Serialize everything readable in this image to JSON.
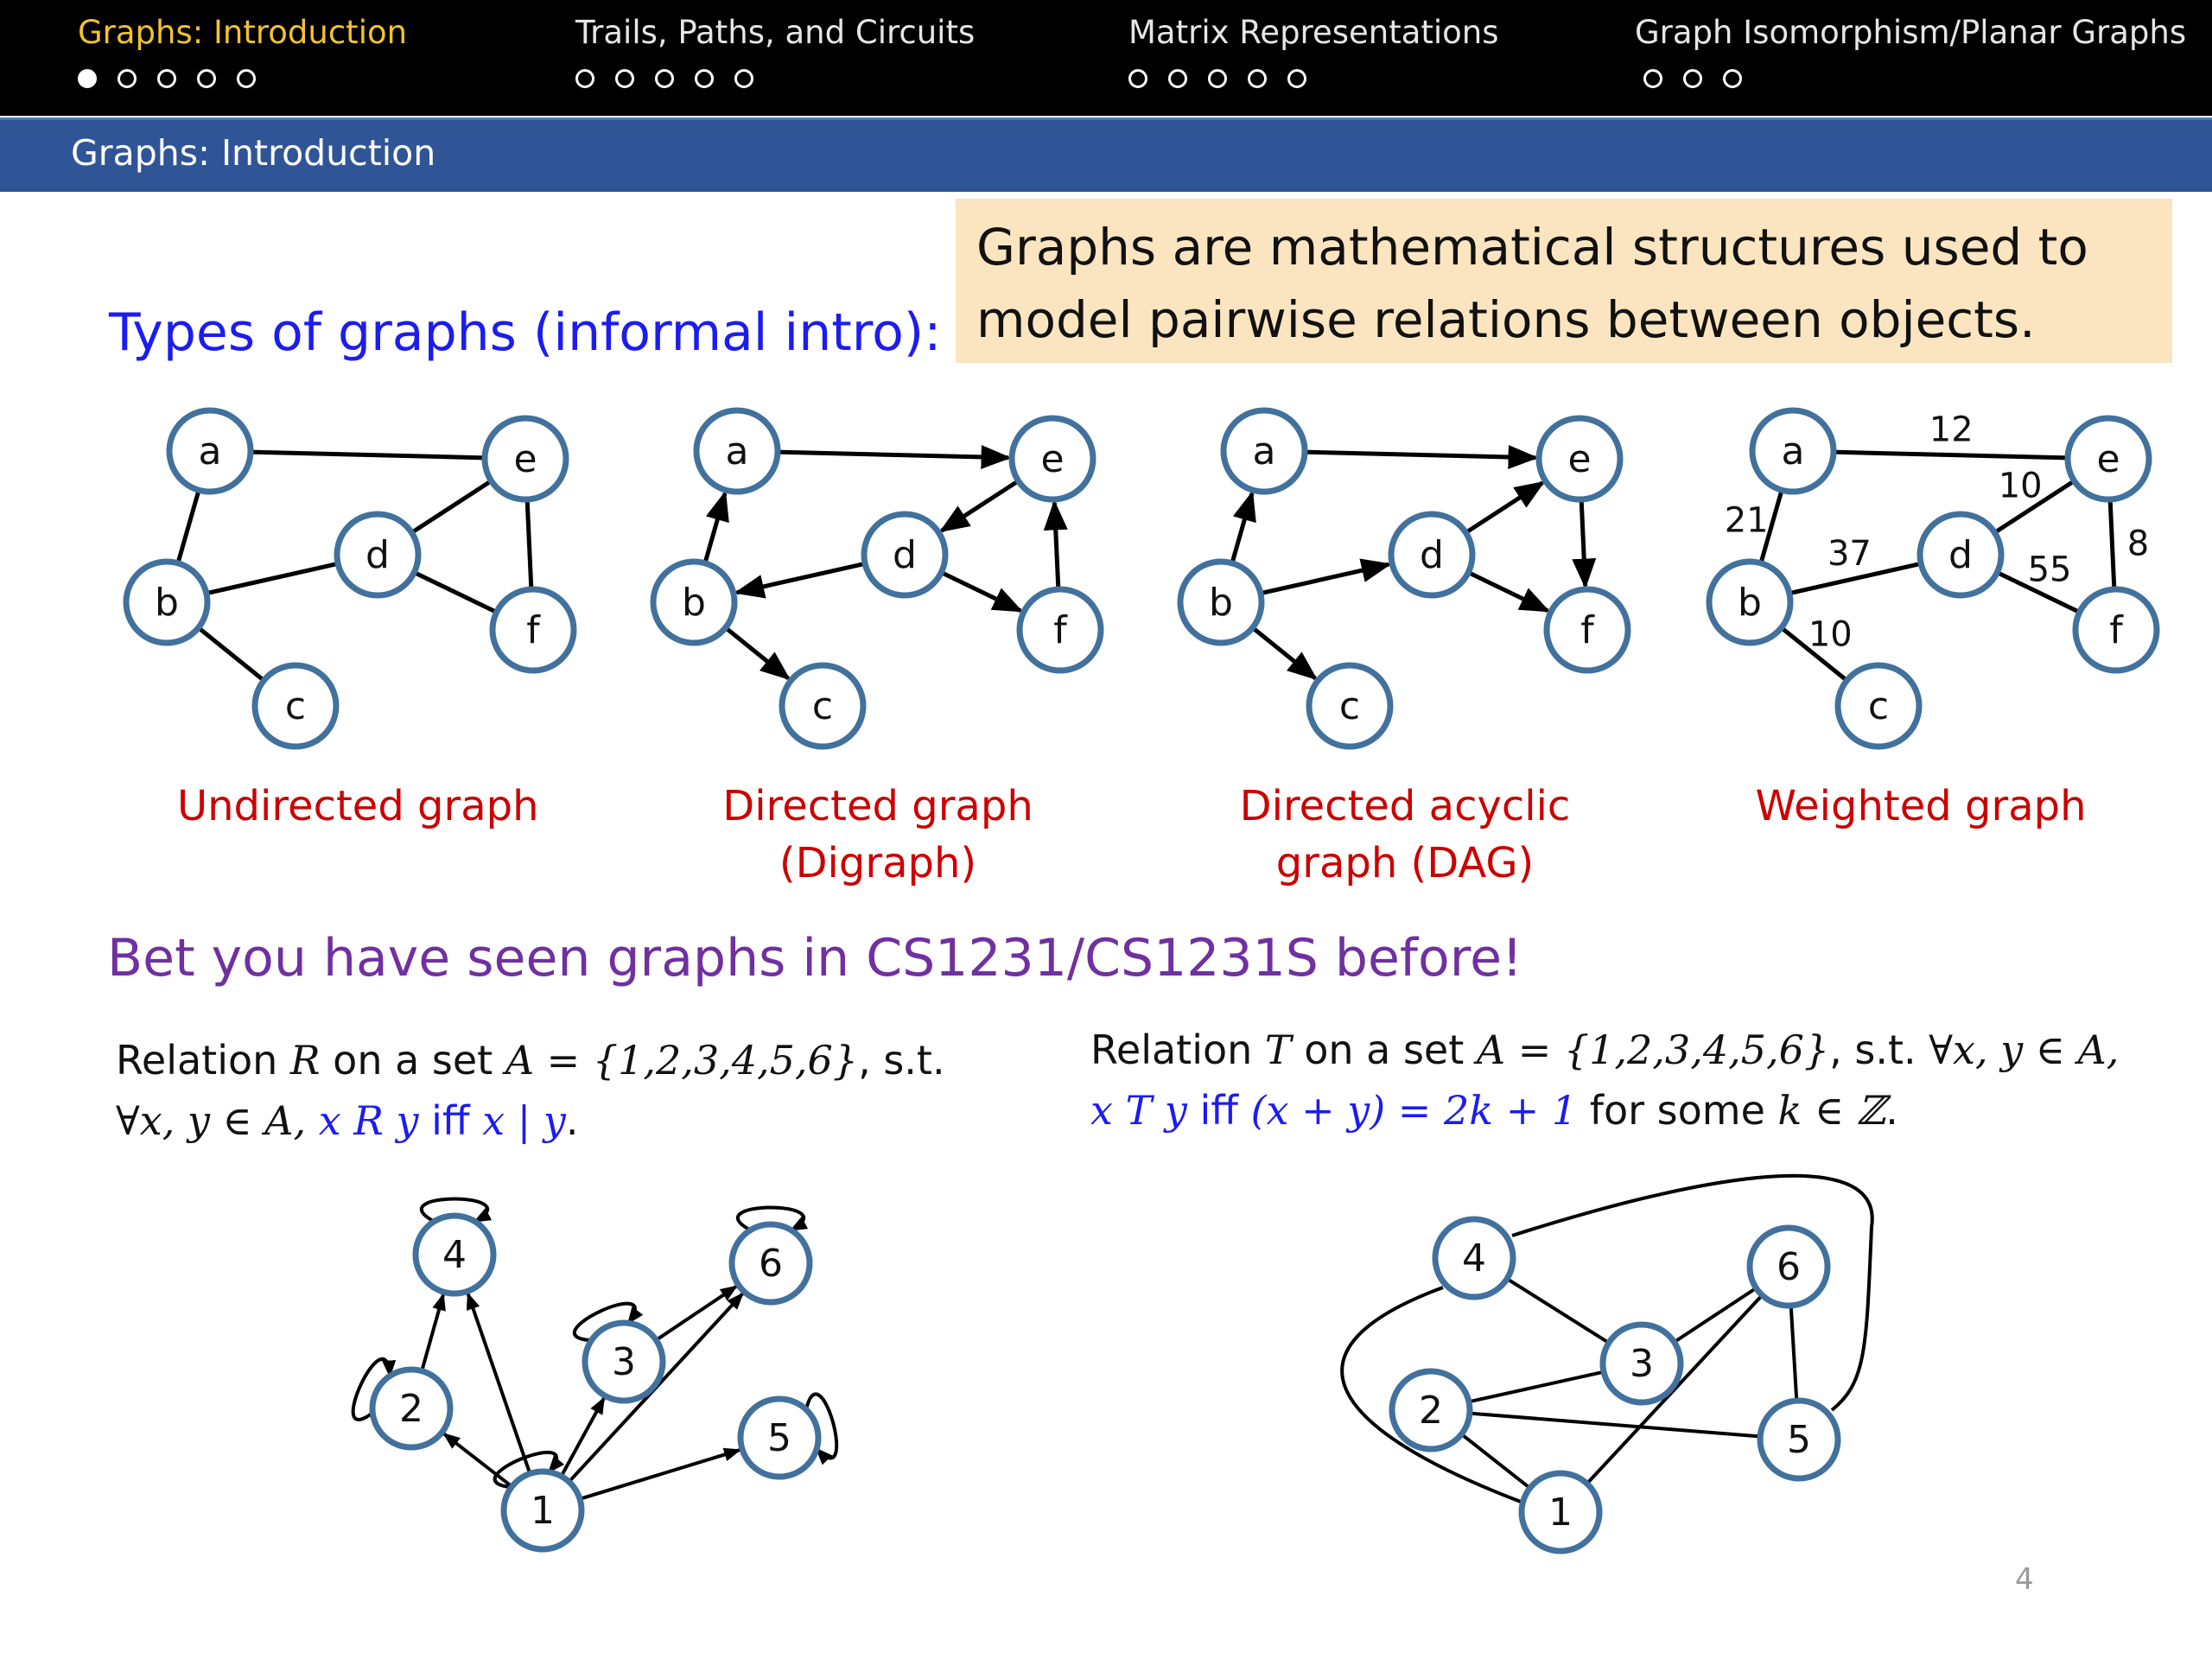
{
  "nav": {
    "sections": [
      {
        "label": "Graphs: Introduction",
        "dots": 5,
        "filled": 1,
        "active": true
      },
      {
        "label": "Trails, Paths, and Circuits",
        "dots": 5,
        "filled": 0,
        "active": false
      },
      {
        "label": "Matrix Representations",
        "dots": 5,
        "filled": 0,
        "active": false
      },
      {
        "label": "Graph Isomorphism/Planar Graphs",
        "dots": 3,
        "filled": 0,
        "active": false
      }
    ]
  },
  "subbar": {
    "title": "Graphs: Introduction"
  },
  "definition": {
    "text": "Graphs are mathematical structures used to model pairwise relations between objects."
  },
  "types_heading": "Types of graphs (informal intro):",
  "graphs": [
    {
      "caption": "Undirected graph",
      "nodes": [
        "a",
        "b",
        "c",
        "d",
        "e",
        "f"
      ],
      "edges": [
        [
          "a",
          "e"
        ],
        [
          "a",
          "b"
        ],
        [
          "b",
          "d"
        ],
        [
          "b",
          "c"
        ],
        [
          "d",
          "e"
        ],
        [
          "d",
          "f"
        ],
        [
          "e",
          "f"
        ]
      ],
      "directed": false
    },
    {
      "caption": "Directed graph (Digraph)",
      "nodes": [
        "a",
        "b",
        "c",
        "d",
        "e",
        "f"
      ],
      "edges": [
        [
          "a",
          "e"
        ],
        [
          "b",
          "a"
        ],
        [
          "d",
          "b"
        ],
        [
          "b",
          "c"
        ],
        [
          "e",
          "d"
        ],
        [
          "d",
          "f"
        ],
        [
          "f",
          "e"
        ]
      ],
      "directed": true
    },
    {
      "caption": "Directed acyclic graph (DAG)",
      "nodes": [
        "a",
        "b",
        "c",
        "d",
        "e",
        "f"
      ],
      "edges": [
        [
          "a",
          "e"
        ],
        [
          "b",
          "a"
        ],
        [
          "b",
          "d"
        ],
        [
          "b",
          "c"
        ],
        [
          "d",
          "e"
        ],
        [
          "d",
          "f"
        ],
        [
          "e",
          "f"
        ]
      ],
      "directed": true
    },
    {
      "caption": "Weighted graph",
      "nodes": [
        "a",
        "b",
        "c",
        "d",
        "e",
        "f"
      ],
      "edges": [
        [
          "a",
          "e",
          "12"
        ],
        [
          "a",
          "b",
          "21"
        ],
        [
          "b",
          "d",
          "37"
        ],
        [
          "b",
          "c",
          "10"
        ],
        [
          "d",
          "e",
          "10"
        ],
        [
          "d",
          "f",
          "55"
        ],
        [
          "e",
          "f",
          "8"
        ]
      ],
      "directed": false
    }
  ],
  "bet_heading": "Bet you have seen graphs in CS1231/CS1231S before!",
  "relation_R": {
    "line1_a": "Relation ",
    "R": "R",
    "line1_b": " on a set ",
    "set": "A = {1,2,3,4,5,6}",
    "line1_c": ", s.t.",
    "line2_a": "∀x, y ∈ A, ",
    "cond": "x R y",
    "iff": " iff ",
    "cond2": "x | y",
    "line2_b": "."
  },
  "relation_T": {
    "line1_a": "Relation ",
    "T": "T",
    "line1_b": " on a set ",
    "set": "A = {1,2,3,4,5,6}",
    "line1_c": ", s.t. ",
    "forall": "∀x, y ∈ A,",
    "cond": "x T y",
    "iff": " iff ",
    "cond2": "(x + y) = 2k + 1",
    "line2_b": " for some ",
    "k": "k ∈ ℤ",
    "line2_c": "."
  },
  "graph_R": {
    "nodes": [
      "1",
      "2",
      "3",
      "4",
      "5",
      "6"
    ],
    "edges": [
      [
        "1",
        "1"
      ],
      [
        "1",
        "2"
      ],
      [
        "1",
        "3"
      ],
      [
        "1",
        "4"
      ],
      [
        "1",
        "5"
      ],
      [
        "1",
        "6"
      ],
      [
        "2",
        "2"
      ],
      [
        "2",
        "4"
      ],
      [
        "3",
        "3"
      ],
      [
        "3",
        "6"
      ],
      [
        "4",
        "4"
      ],
      [
        "5",
        "5"
      ],
      [
        "6",
        "6"
      ]
    ]
  },
  "graph_T": {
    "nodes": [
      "1",
      "2",
      "3",
      "4",
      "5",
      "6"
    ],
    "edges": [
      [
        "1",
        "2"
      ],
      [
        "1",
        "4"
      ],
      [
        "1",
        "6"
      ],
      [
        "2",
        "3"
      ],
      [
        "2",
        "5"
      ],
      [
        "3",
        "4"
      ],
      [
        "3",
        "6"
      ],
      [
        "4",
        "5"
      ],
      [
        "5",
        "6"
      ]
    ]
  },
  "page_number": "4",
  "colors": {
    "node_stroke": "#41719c",
    "caption": "#cc0000",
    "heading_blue": "#1c1cf0",
    "heading_purple": "#7030a0",
    "nav_active": "#f1c232",
    "subbar": "#2f5597",
    "defbox": "#fbe5c0"
  }
}
